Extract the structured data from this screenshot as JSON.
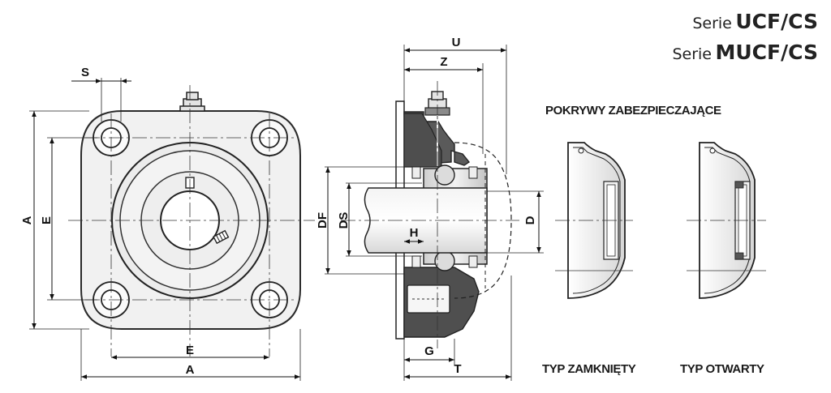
{
  "titles": {
    "series1_prefix": "Serie",
    "series1_code": "UCF/CS",
    "series2_prefix": "Serie",
    "series2_code": "MUCF/CS"
  },
  "captions": {
    "covers_heading": "POKRYWY ZABEZPIECZAJĄCE",
    "closed_type": "TYP ZAMKNIĘTY",
    "open_type": "TYP OTWARTY"
  },
  "front_view_dims": {
    "S": "S",
    "A_vertical": "A",
    "E_vertical": "E",
    "E_horizontal": "E",
    "A_horizontal": "A"
  },
  "section_view_dims": {
    "U": "U",
    "Z": "Z",
    "DF": "DF",
    "DS": "DS",
    "H": "H",
    "D": "D",
    "G": "G",
    "T": "T"
  }
}
